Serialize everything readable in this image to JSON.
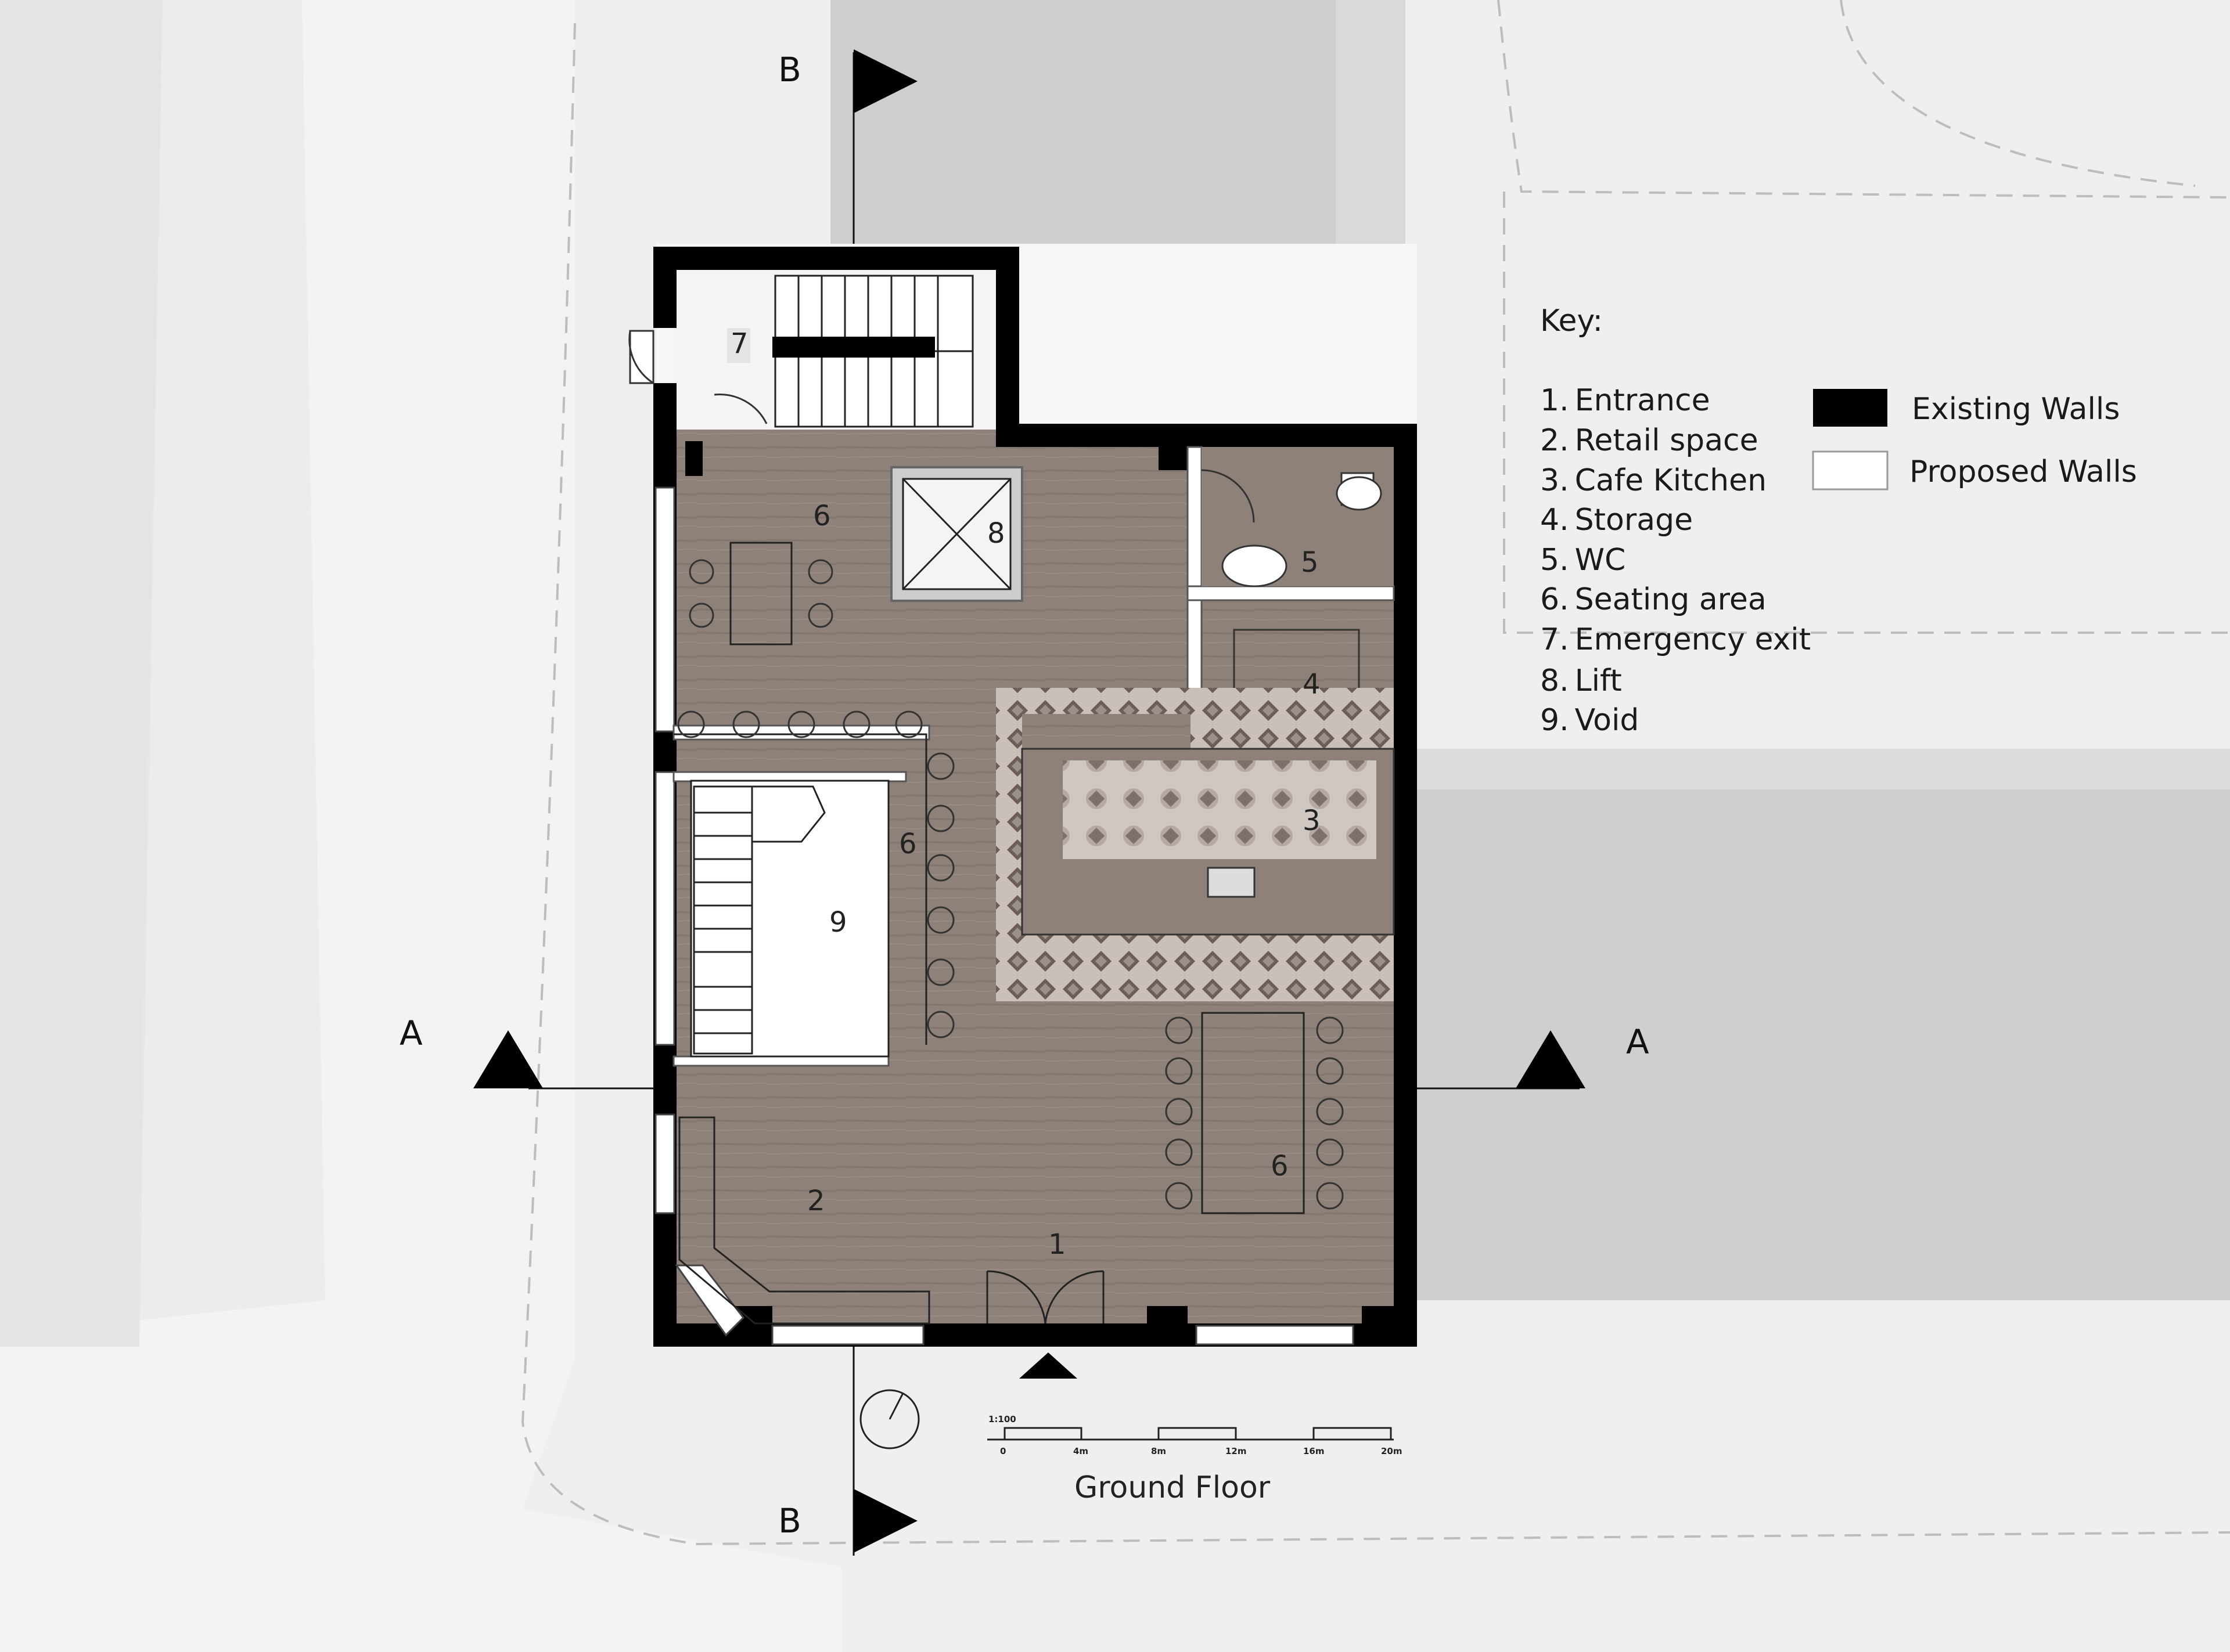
{
  "key": {
    "title": "Key:",
    "items": [
      {
        "num": "1.",
        "text": "Entrance"
      },
      {
        "num": "2.",
        "text": "Retail space"
      },
      {
        "num": "3.",
        "text": "Cafe Kitchen"
      },
      {
        "num": "4.",
        "text": "Storage"
      },
      {
        "num": "5.",
        "text": "WC"
      },
      {
        "num": "6.",
        "text": "Seating area"
      },
      {
        "num": "7.",
        "text": "Emergency exit"
      },
      {
        "num": "8.",
        "text": "Lift"
      },
      {
        "num": "9.",
        "text": "Void"
      }
    ],
    "legend": [
      {
        "label": "Existing Walls",
        "color": "#000000"
      },
      {
        "label": "Proposed Walls",
        "color": "#ffffff"
      }
    ]
  },
  "rooms": {
    "entrance": "1",
    "retail": "2",
    "kitchen": "3",
    "storage": "4",
    "wc": "5",
    "seating_nw": "6",
    "seating_mid": "6",
    "seating_se": "6",
    "exit": "7",
    "lift": "8",
    "void": "9"
  },
  "sections": {
    "a_left": "A",
    "a_right": "A",
    "b_top": "B",
    "b_bottom": "B"
  },
  "scale": {
    "ratio": "1:100",
    "ticks": [
      "0",
      "4m",
      "8m",
      "12m",
      "16m",
      "20m"
    ]
  },
  "drawing_title": "Ground Floor",
  "colors": {
    "floor": "#8d8079",
    "wall": "#000000",
    "ground": "#efefef",
    "building_grey": "#cfcfcf"
  }
}
